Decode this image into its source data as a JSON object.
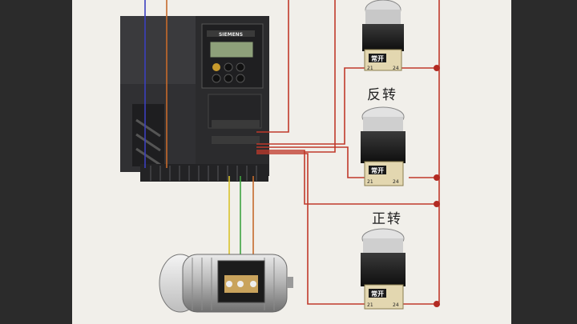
{
  "inverter": {
    "brand": "SIEMENS"
  },
  "buttons": [
    {
      "id": "top",
      "contact_label": "常开",
      "terminal_left": "21",
      "terminal_right": "24"
    },
    {
      "id": "reverse",
      "caption": "反转",
      "contact_label": "常开",
      "terminal_left": "21",
      "terminal_right": "24"
    },
    {
      "id": "forward",
      "caption": "正转",
      "contact_label": "常开",
      "terminal_left": "21",
      "terminal_right": "24"
    }
  ],
  "colors": {
    "wire_red": "#c0392b",
    "wire_blue": "#3b3fbf",
    "wire_green": "#3fa33f",
    "wire_yellow": "#d8c22a",
    "wire_orange": "#c66a2b",
    "inverter_body": "#2c2c2e",
    "button_head": "#1a1a1a"
  }
}
